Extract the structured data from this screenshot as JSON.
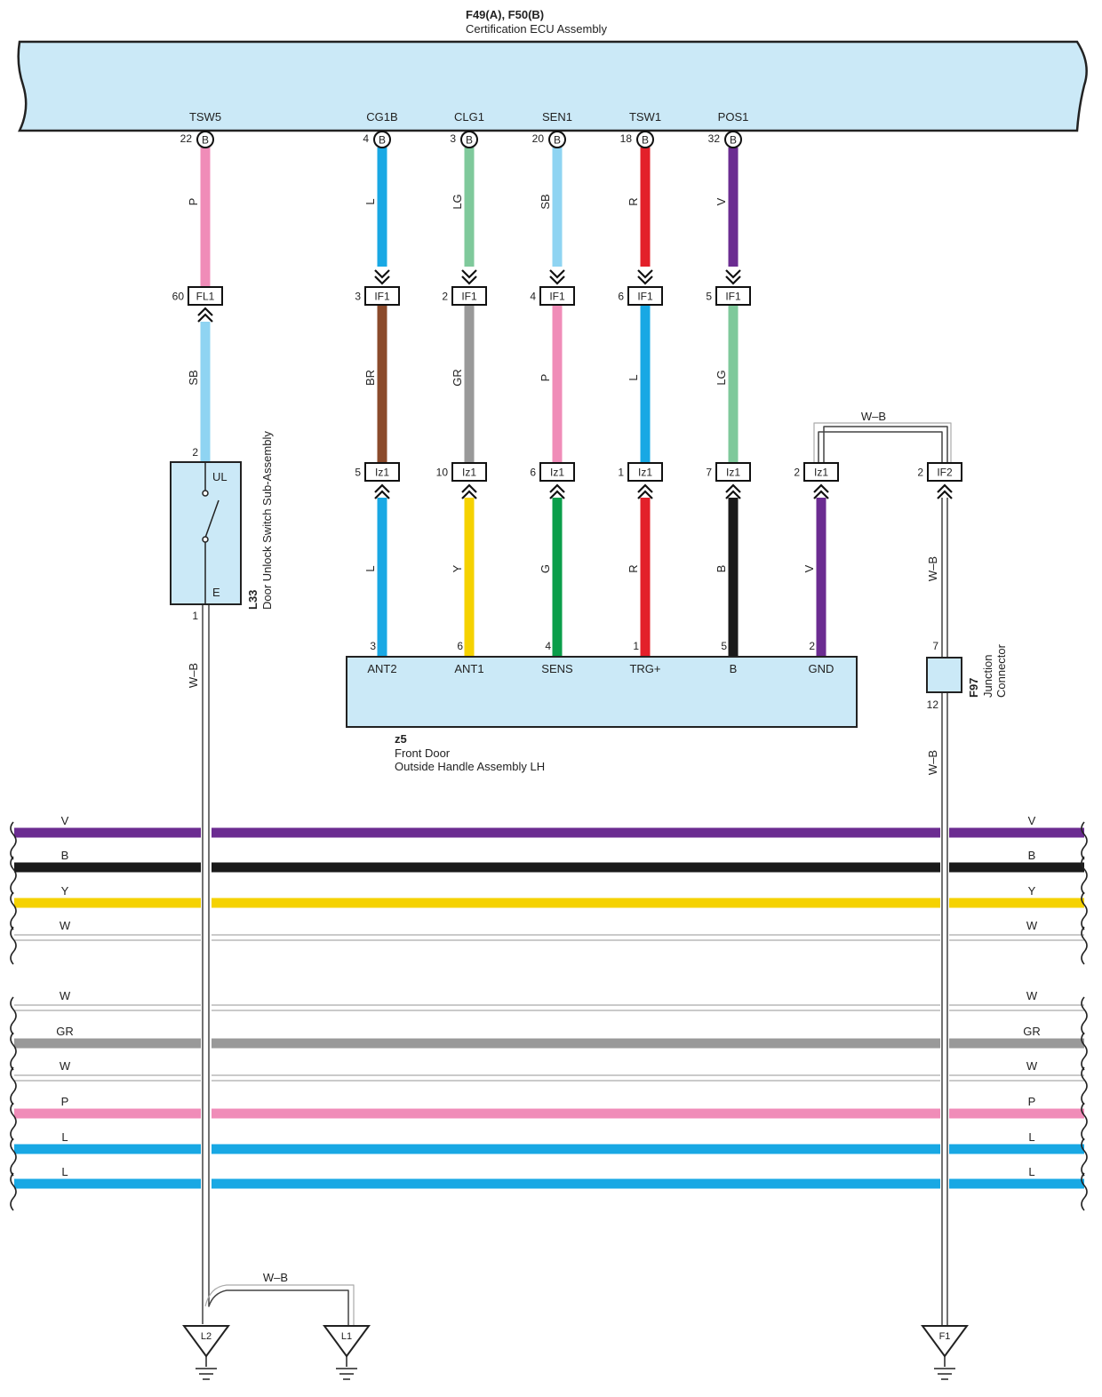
{
  "ecu": {
    "code": "F49(A), F50(B)",
    "name": "Certification ECU Assembly",
    "conn_letter": "B",
    "terminals": [
      {
        "name": "TSW5",
        "pin": "22"
      },
      {
        "name": "CG1B",
        "pin": "4"
      },
      {
        "name": "CLG1",
        "pin": "3"
      },
      {
        "name": "SEN1",
        "pin": "20"
      },
      {
        "name": "TSW1",
        "pin": "18"
      },
      {
        "name": "POS1",
        "pin": "32"
      }
    ]
  },
  "colors": {
    "ecu_fill": "#cbe9f7",
    "P": "#f08cb8",
    "SB": "#8fd4f2",
    "L": "#18a8e4",
    "LG": "#7fc99b",
    "R": "#e3202a",
    "V": "#6b2c91",
    "BR": "#8b4a2b",
    "GR": "#999999",
    "Y": "#f5d200",
    "G": "#0a9e4a",
    "B": "#1a1a1a"
  },
  "columns": [
    {
      "top_color": "L",
      "fc": "IF1",
      "fc_pin": "3",
      "mid_color": "BR",
      "iz": "Iz1",
      "iz_pin": "5",
      "bot_color": "L",
      "z5_pin": "3",
      "z5_term": "ANT2"
    },
    {
      "top_color": "LG",
      "fc": "IF1",
      "fc_pin": "2",
      "mid_color": "GR",
      "iz": "Iz1",
      "iz_pin": "10",
      "bot_color": "Y",
      "z5_pin": "6",
      "z5_term": "ANT1"
    },
    {
      "top_color": "SB",
      "fc": "IF1",
      "fc_pin": "4",
      "mid_color": "P",
      "iz": "Iz1",
      "iz_pin": "6",
      "bot_color": "G",
      "z5_pin": "4",
      "z5_term": "SENS"
    },
    {
      "top_color": "R",
      "fc": "IF1",
      "fc_pin": "6",
      "mid_color": "L",
      "iz": "Iz1",
      "iz_pin": "1",
      "bot_color": "R",
      "z5_pin": "1",
      "z5_term": "TRG+"
    },
    {
      "top_color": "V",
      "fc": "IF1",
      "fc_pin": "5",
      "mid_color": "LG",
      "iz": "Iz1",
      "iz_pin": "7",
      "bot_color": "B",
      "z5_pin": "5",
      "z5_term": "B"
    }
  ],
  "tsw5_branch": {
    "top_color": "P",
    "fc": "FL1",
    "fc_pin": "60",
    "mid_color": "SB",
    "in_pin": "2",
    "out_pin": "1",
    "out_color": "W–B"
  },
  "switch": {
    "code": "L33",
    "name": "Door Unlock Switch Sub-Assembly",
    "term_top": "UL",
    "term_bot": "E"
  },
  "gnd_branch": {
    "iz": "Iz1",
    "iz_pin": "2",
    "wire_color": "V",
    "z5_pin": "2",
    "z5_term": "GND",
    "link_color": "W–B"
  },
  "if2": {
    "label": "IF2",
    "pin": "2",
    "wire_color": "W–B",
    "w2_color": "W–B"
  },
  "z5": {
    "code": "z5",
    "line1": "Front Door",
    "line2": "Outside Handle Assembly LH"
  },
  "f97": {
    "code": "F97",
    "line1": "Junction",
    "line2": "Connector",
    "pin_top": "7",
    "pin_bot": "12"
  },
  "bus": {
    "group1": [
      {
        "label": "V",
        "color": "V"
      },
      {
        "label": "B",
        "color": "B"
      },
      {
        "label": "Y",
        "color": "Y"
      },
      {
        "label": "W",
        "color": "W"
      }
    ],
    "group2": [
      {
        "label": "W",
        "color": "W"
      },
      {
        "label": "GR",
        "color": "GR"
      },
      {
        "label": "W",
        "color": "W"
      },
      {
        "label": "P",
        "color": "P"
      },
      {
        "label": "L",
        "color": "L"
      },
      {
        "label": "L",
        "color": "L"
      }
    ]
  },
  "grounds": {
    "left_link_color": "W–B",
    "g1": "L2",
    "g2": "L1",
    "g3": "F1"
  }
}
